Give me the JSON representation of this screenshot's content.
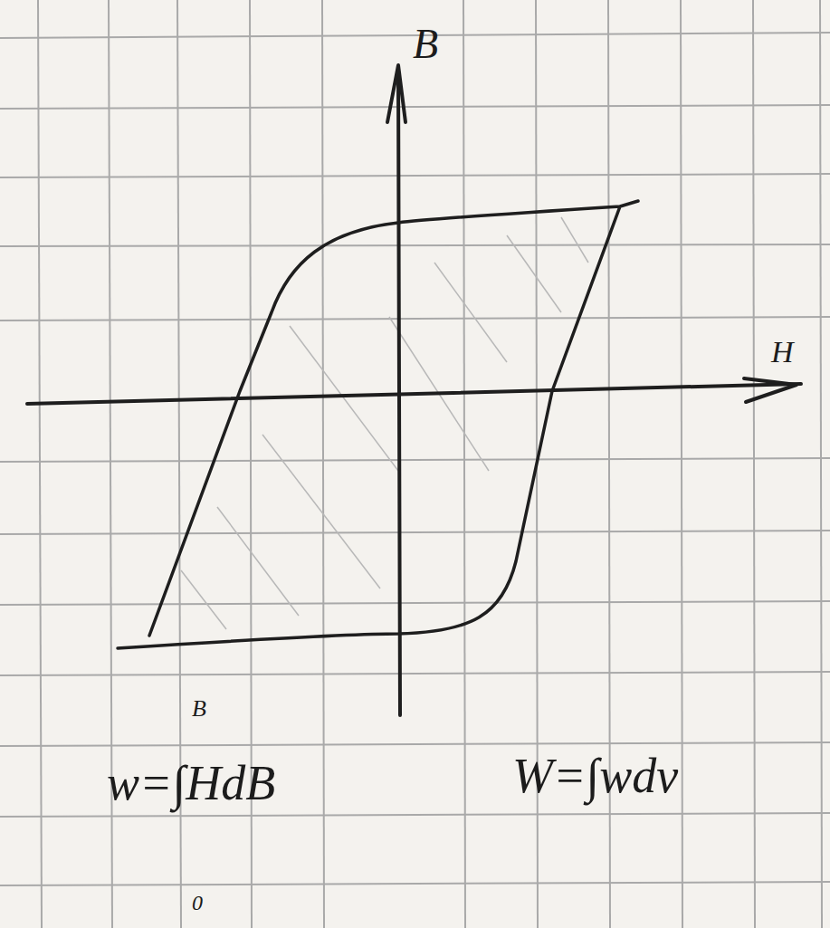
{
  "diagram": {
    "labels": [
      "B",
      "H",
      "w=∫HdB",
      "B",
      "0",
      "W=∫wdv"
    ]
  }
}
